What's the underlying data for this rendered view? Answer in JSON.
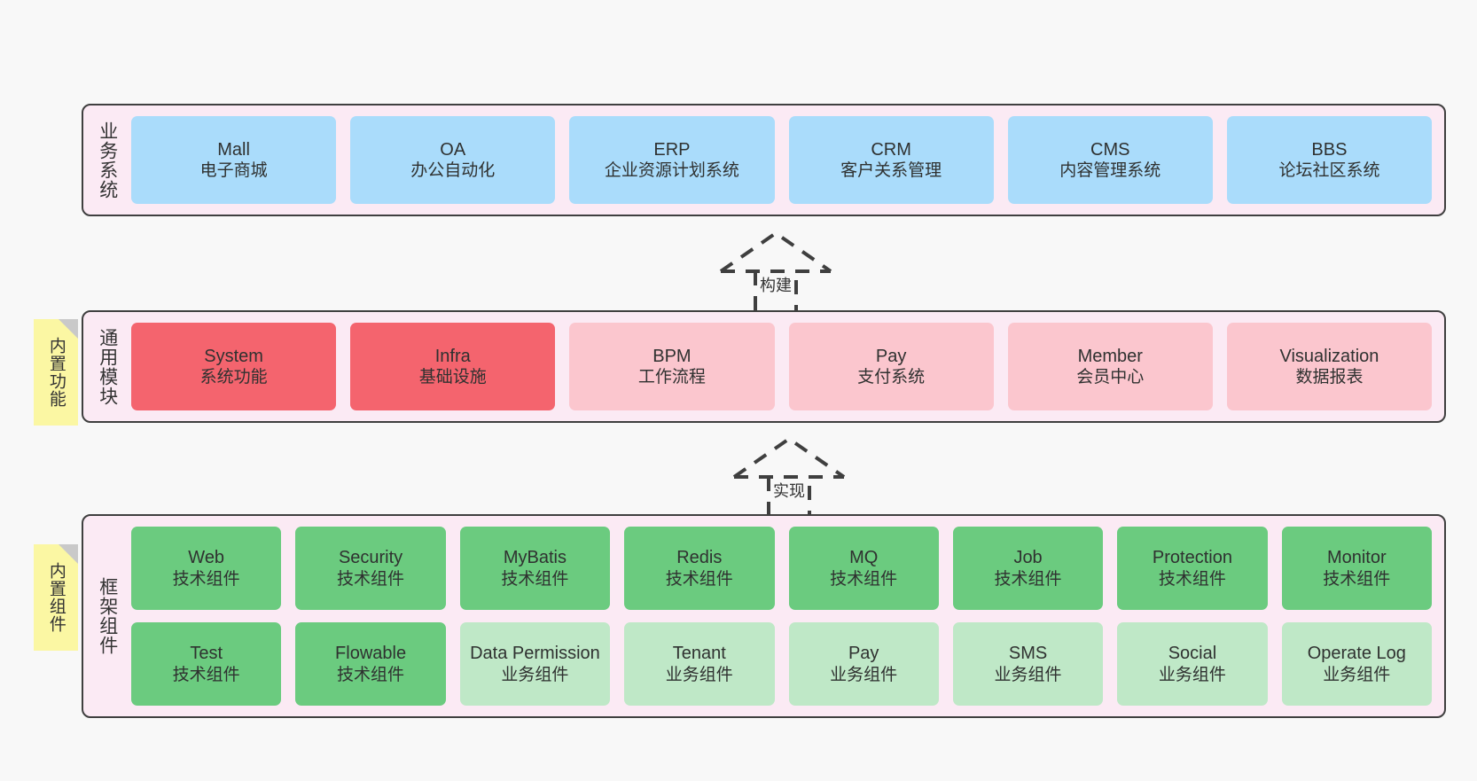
{
  "layers": [
    {
      "name": "business-systems",
      "title": "业务系统",
      "cards": [
        {
          "title": "Mall",
          "subtitle": "电子商城",
          "color": "#aadcfb"
        },
        {
          "title": "OA",
          "subtitle": "办公自动化",
          "color": "#aadcfb"
        },
        {
          "title": "ERP",
          "subtitle": "企业资源计划系统",
          "color": "#aadcfb"
        },
        {
          "title": "CRM",
          "subtitle": "客户关系管理",
          "color": "#aadcfb"
        },
        {
          "title": "CMS",
          "subtitle": "内容管理系统",
          "color": "#aadcfb"
        },
        {
          "title": "BBS",
          "subtitle": "论坛社区系统",
          "color": "#aadcfb"
        }
      ]
    },
    {
      "name": "common-modules",
      "title": "通用模块",
      "note": "内置功能",
      "cards": [
        {
          "title": "System",
          "subtitle": "系统功能",
          "color": "#f4646e"
        },
        {
          "title": "Infra",
          "subtitle": "基础设施",
          "color": "#f4646e"
        },
        {
          "title": "BPM",
          "subtitle": "工作流程",
          "color": "#fbc6ce"
        },
        {
          "title": "Pay",
          "subtitle": "支付系统",
          "color": "#fbc6ce"
        },
        {
          "title": "Member",
          "subtitle": "会员中心",
          "color": "#fbc6ce"
        },
        {
          "title": "Visualization",
          "subtitle": "数据报表",
          "color": "#fbc6ce"
        }
      ]
    },
    {
      "name": "framework-components",
      "title": "框架组件",
      "note": "内置组件",
      "rows": [
        [
          {
            "title": "Web",
            "subtitle": "技术组件",
            "color": "#6bcb7f"
          },
          {
            "title": "Security",
            "subtitle": "技术组件",
            "color": "#6bcb7f"
          },
          {
            "title": "MyBatis",
            "subtitle": "技术组件",
            "color": "#6bcb7f"
          },
          {
            "title": "Redis",
            "subtitle": "技术组件",
            "color": "#6bcb7f"
          },
          {
            "title": "MQ",
            "subtitle": "技术组件",
            "color": "#6bcb7f"
          },
          {
            "title": "Job",
            "subtitle": "技术组件",
            "color": "#6bcb7f"
          },
          {
            "title": "Protection",
            "subtitle": "技术组件",
            "color": "#6bcb7f"
          },
          {
            "title": "Monitor",
            "subtitle": "技术组件",
            "color": "#6bcb7f"
          }
        ],
        [
          {
            "title": "Test",
            "subtitle": "技术组件",
            "color": "#6bcb7f"
          },
          {
            "title": "Flowable",
            "subtitle": "技术组件",
            "color": "#6bcb7f"
          },
          {
            "title": "Data Permission",
            "subtitle": "业务组件",
            "color": "#bfe8c7"
          },
          {
            "title": "Tenant",
            "subtitle": "业务组件",
            "color": "#bfe8c7"
          },
          {
            "title": "Pay",
            "subtitle": "业务组件",
            "color": "#bfe8c7"
          },
          {
            "title": "SMS",
            "subtitle": "业务组件",
            "color": "#bfe8c7"
          },
          {
            "title": "Social",
            "subtitle": "业务组件",
            "color": "#bfe8c7"
          },
          {
            "title": "Operate Log",
            "subtitle": "业务组件",
            "color": "#bfe8c7"
          }
        ]
      ]
    }
  ],
  "connectors": [
    {
      "name": "build",
      "label": "构建"
    },
    {
      "name": "implement",
      "label": "实现"
    }
  ],
  "colors": {
    "layer_background": "#fbeaf4",
    "layer_border": "#3f3f3f",
    "note_background": "#fbf7a3",
    "note_fold": "#c9c9c9",
    "canvas_background": "#f8f8f8"
  }
}
